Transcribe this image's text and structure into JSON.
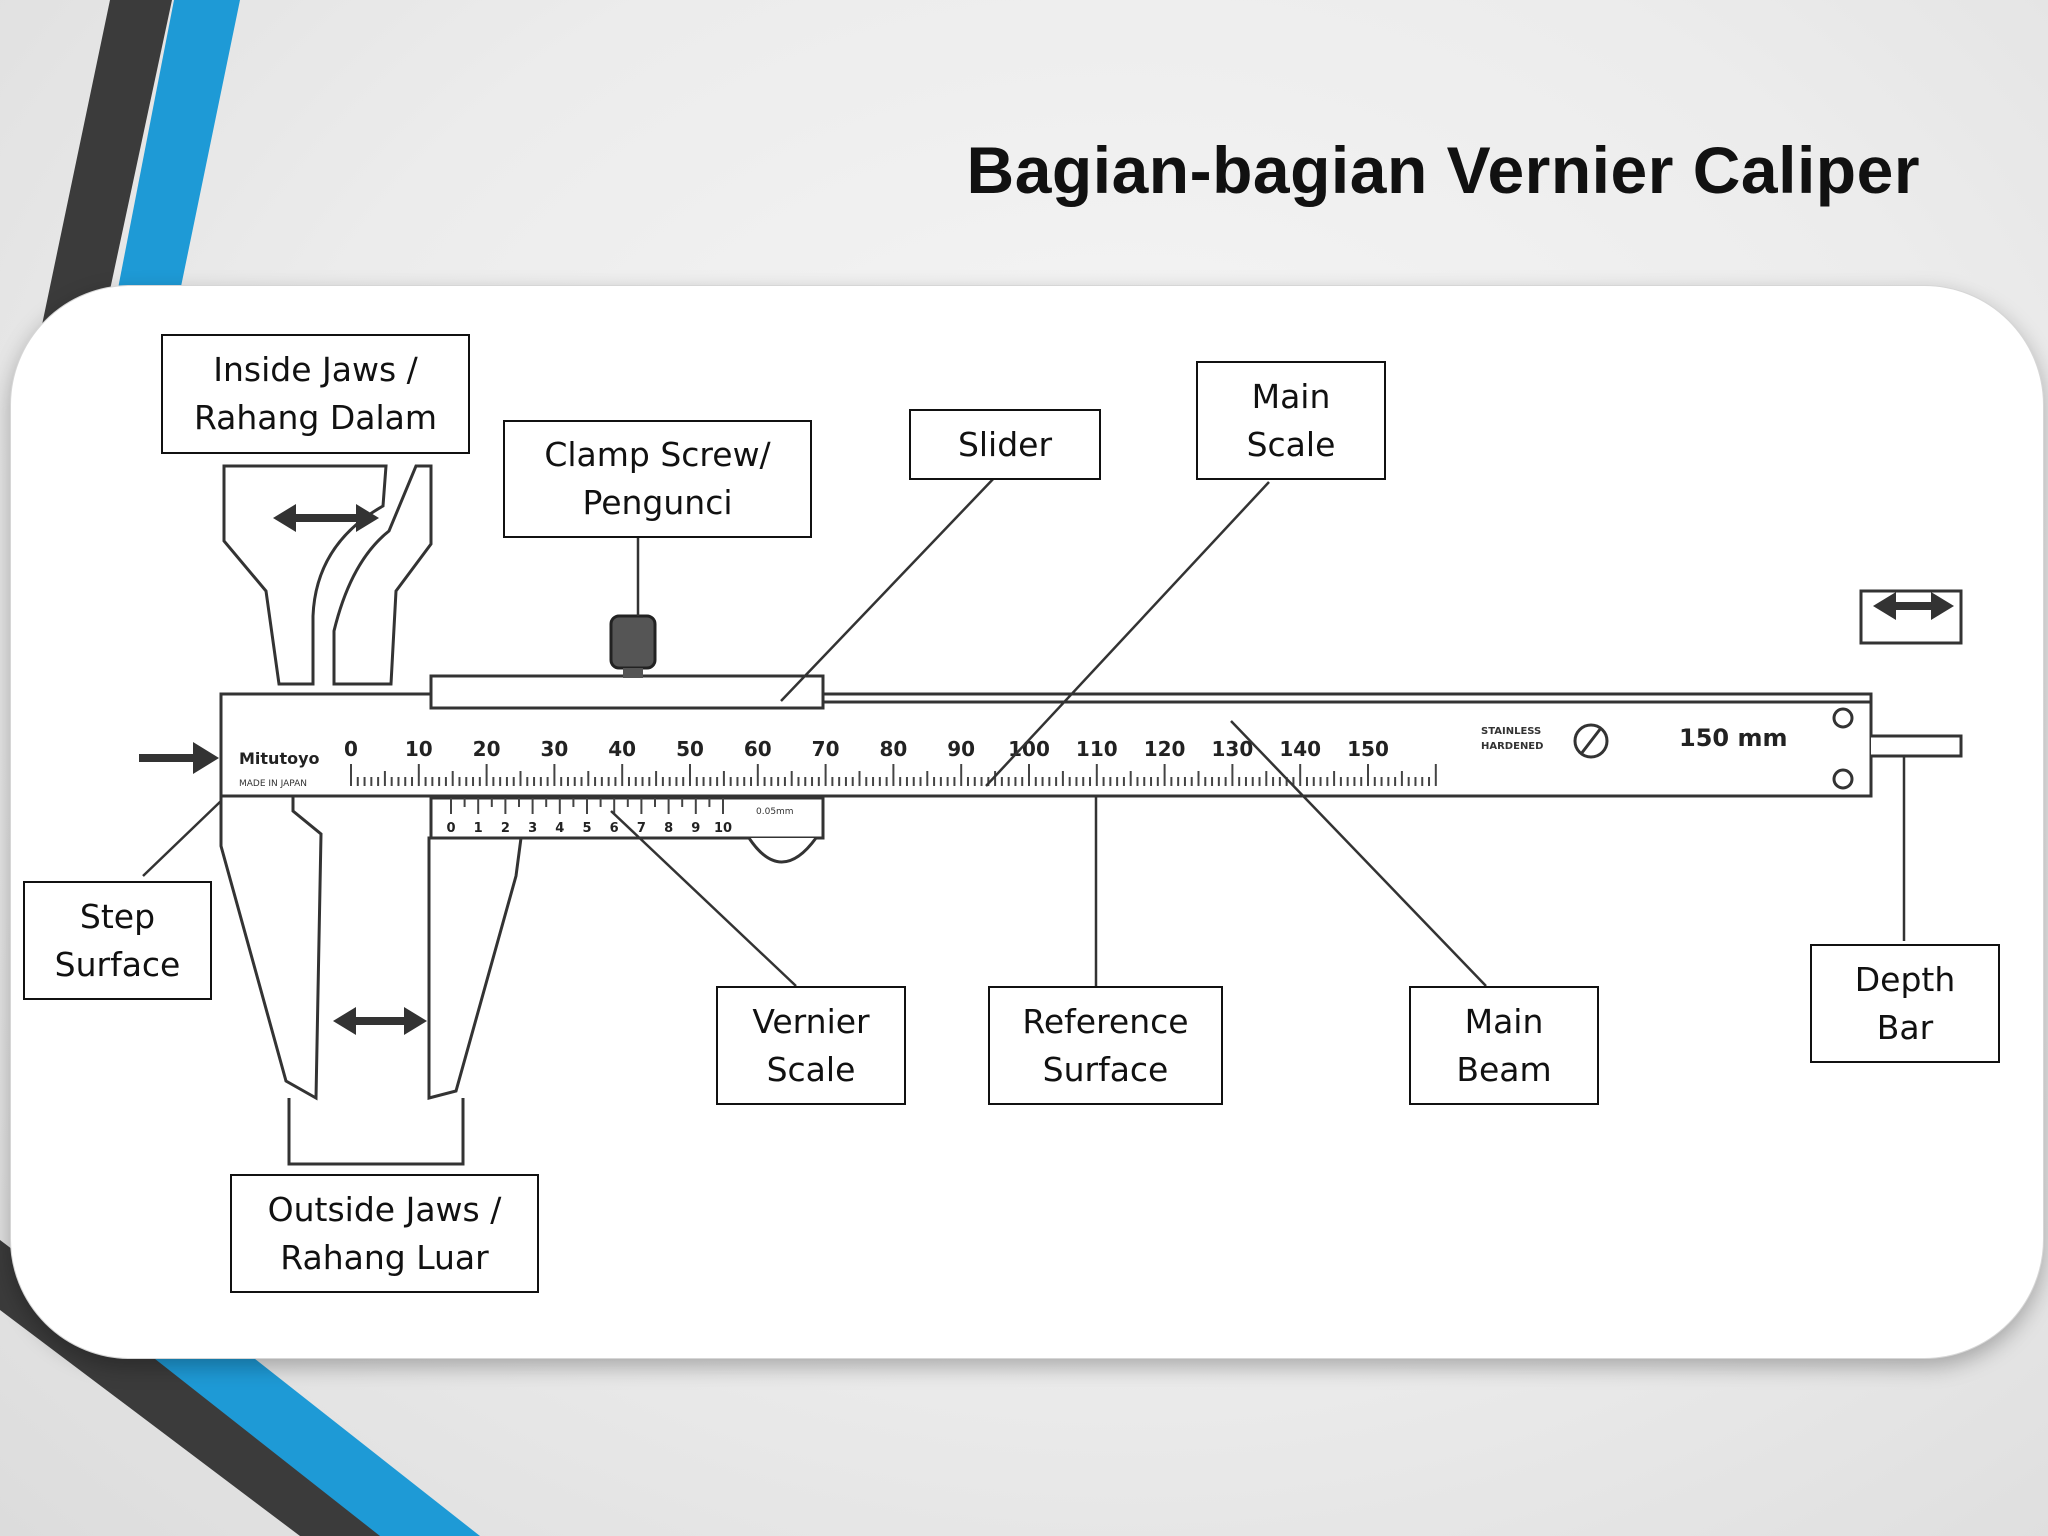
{
  "title": "Bagian-bagian Vernier Caliper",
  "labels": {
    "inside_jaws": "Inside Jaws /\nRahang Dalam",
    "clamp_screw": "Clamp Screw/\nPengunci",
    "slider": "Slider",
    "main_scale": "Main\nScale",
    "step_surface": "Step\nSurface",
    "vernier_scale": "Vernier\nScale",
    "reference_surface": "Reference\nSurface",
    "main_beam": "Main\nBeam",
    "depth_bar": "Depth\nBar",
    "outside_jaws": "Outside Jaws /\nRahang Luar"
  },
  "caliper": {
    "brand": "Mitutoyo",
    "made_in": "MADE IN JAPAN",
    "main_scale_numbers": [
      "0",
      "10",
      "20",
      "30",
      "40",
      "50",
      "60",
      "70",
      "80",
      "90",
      "100",
      "110",
      "120",
      "130",
      "140",
      "150"
    ],
    "vernier_numbers": [
      "0",
      "1",
      "2",
      "3",
      "4",
      "5",
      "6",
      "7",
      "8",
      "9",
      "10"
    ],
    "vernier_resolution": "0.05mm",
    "range_label": "150 mm",
    "stamp_line1": "STAINLESS",
    "stamp_line2": "HARDENED"
  },
  "colors": {
    "accent_blue": "#1e9ad6",
    "dark_stripe": "#3a3a3a",
    "line": "#333333"
  }
}
